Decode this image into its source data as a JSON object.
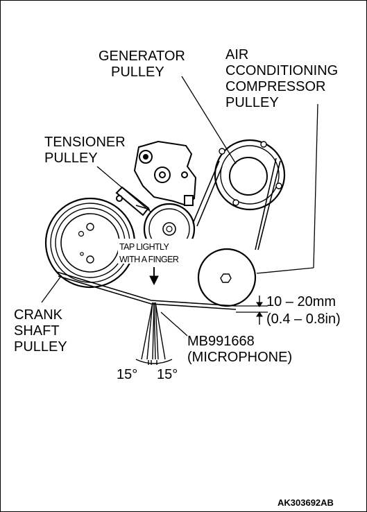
{
  "labels": {
    "generator_l1": "GENERATOR",
    "generator_l2": "PULLEY",
    "ac_l1": "AIR",
    "ac_l2": "CCONDITIONING",
    "ac_l3": "COMPRESSOR",
    "ac_l4": "PULLEY",
    "tensioner_l1": "TENSIONER",
    "tensioner_l2": "PULLEY",
    "tap_l1": "TAP LIGHTLY",
    "tap_l2": "WITH A FINGER",
    "crank_l1": "CRANK",
    "crank_l2": "SHAFT",
    "crank_l3": "PULLEY",
    "deflection_mm": "10 – 20mm",
    "deflection_in": "(0.4 – 0.8in)",
    "tool_l1": "MB991668",
    "tool_l2": "(MICROPHONE)",
    "angle_left": "15°",
    "angle_right": "15°",
    "figure_code": "AK303692AB"
  }
}
